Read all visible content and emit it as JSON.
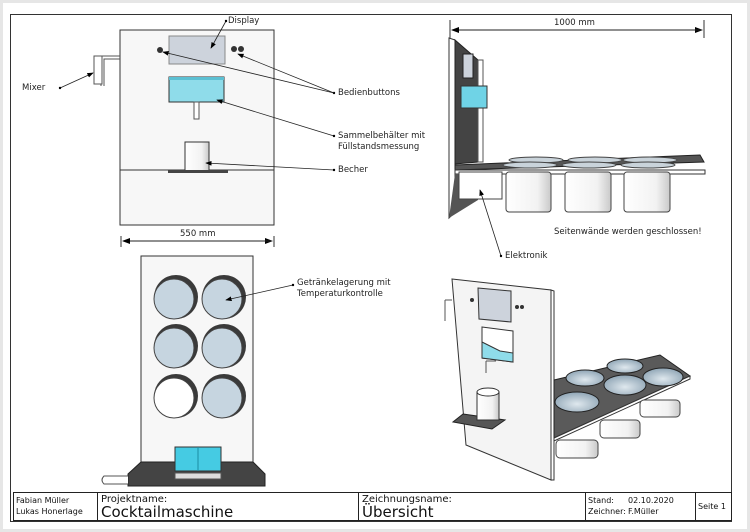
{
  "annotations": {
    "display": "Display",
    "mixer": "Mixer",
    "bedienbuttons": "Bedienbuttons",
    "sammelbehaelter_line1": "Sammelbehälter mit",
    "sammelbehaelter_line2": "Füllstandsmessung",
    "becher": "Becher",
    "elektronik": "Elektronik",
    "seitenwaende": "Seitenwände werden geschlossen!",
    "getraenkelagerung_line1": "Getränkelagerung mit",
    "getraenkelagerung_line2": "Temperaturkontrolle"
  },
  "dimensions": {
    "width_front": "550 mm",
    "length_side": "1000 mm"
  },
  "title_block": {
    "authors": [
      "Fabian Müller",
      "Lukas Honerlage"
    ],
    "project_label": "Projektname:",
    "project_name": "Cocktailmaschine",
    "drawing_label": "Zeichnungsname:",
    "drawing_name": "Übersicht",
    "stand_label": "Stand:",
    "stand_value": "02.10.2020",
    "drawer_label": "Zeichner:",
    "drawer_value": "F.Müller",
    "page": "Seite 1"
  },
  "colors": {
    "panel": "#f4f4f4",
    "dark": "#3d3d3d",
    "glass": "#6fd3e6",
    "display": "#cdd3dc",
    "bottle": "#c6d5e0"
  }
}
